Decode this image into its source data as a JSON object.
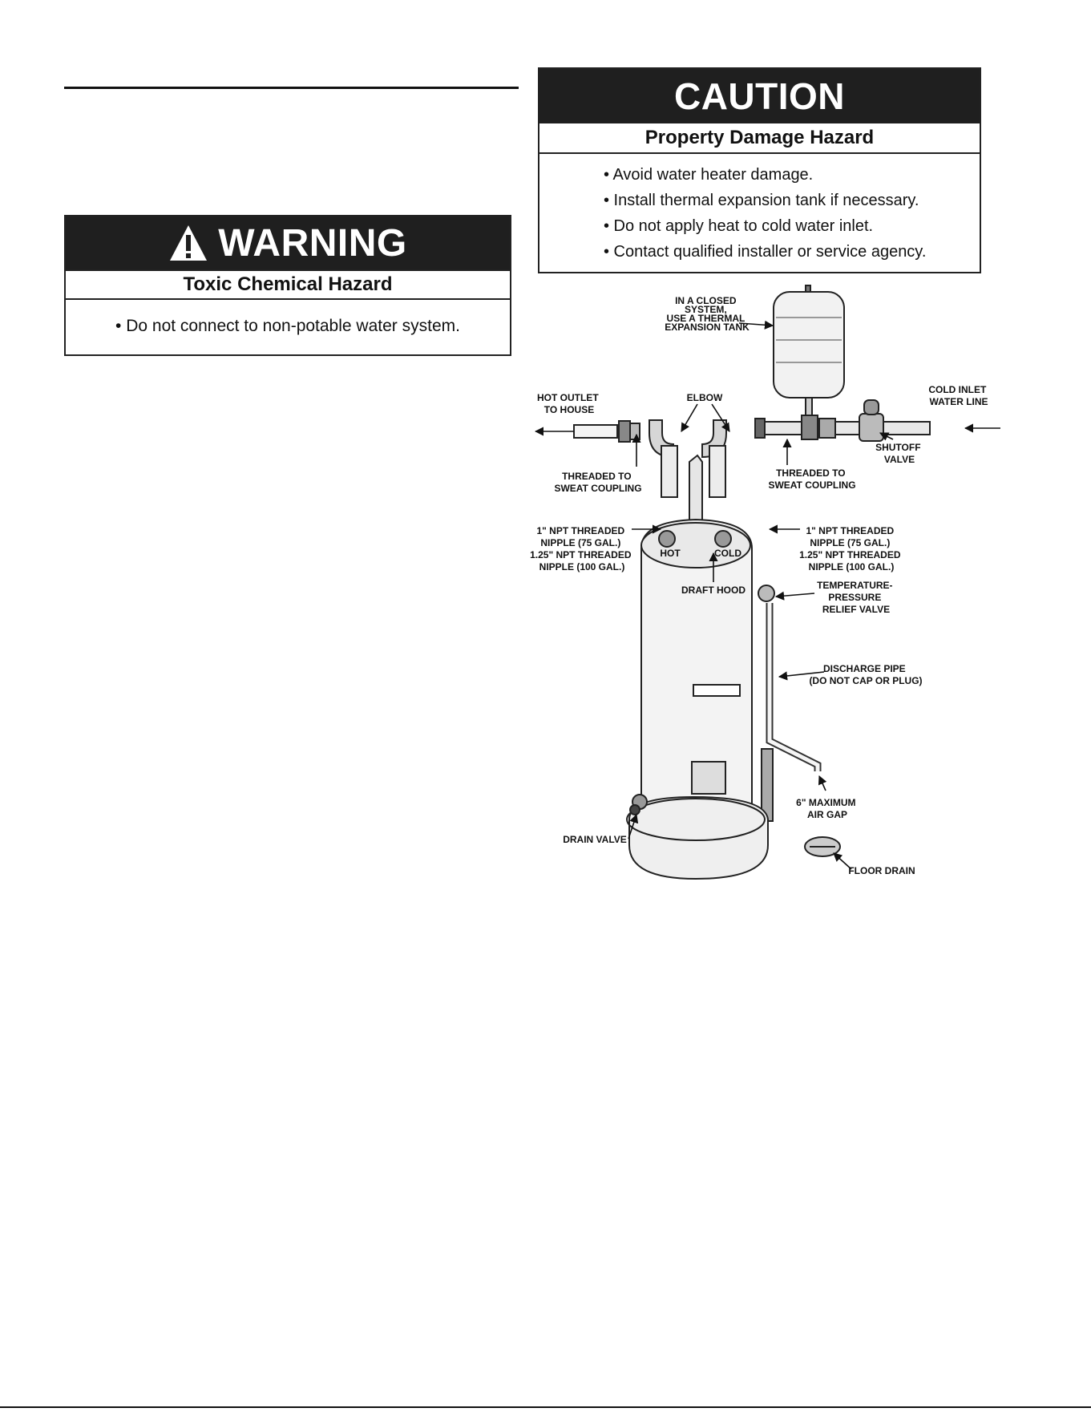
{
  "warning": {
    "signal_word": "WARNING",
    "hazard": "Toxic Chemical Hazard",
    "items": [
      "• Do not connect to non-potable water system."
    ]
  },
  "caution": {
    "signal_word": "CAUTION",
    "hazard": "Property Damage Hazard",
    "items": [
      "• Avoid water heater damage.",
      "• Install thermal expansion tank if necessary.",
      "• Do not apply heat to cold water inlet.",
      "• Contact qualified installer or service agency."
    ]
  },
  "diagram": {
    "closed_system": [
      "IN A CLOSED",
      "SYSTEM,",
      "USE A THERMAL",
      "EXPANSION TANK"
    ],
    "hot_outlet": [
      "HOT OUTLET",
      "TO HOUSE"
    ],
    "elbow": "ELBOW",
    "cold_inlet": [
      "COLD INLET",
      "WATER LINE"
    ],
    "shutoff_valve": [
      "SHUTOFF",
      "VALVE"
    ],
    "threaded_left": [
      "THREADED TO",
      "SWEAT COUPLING"
    ],
    "threaded_right": [
      "THREADED TO",
      "SWEAT COUPLING"
    ],
    "nipple_left": [
      "1\" NPT THREADED",
      "NIPPLE (75 GAL.)",
      "1.25\" NPT THREADED",
      "NIPPLE (100 GAL.)"
    ],
    "nipple_right": [
      "1\" NPT THREADED",
      "NIPPLE (75 GAL.)",
      "1.25\" NPT THREADED",
      "NIPPLE (100 GAL.)"
    ],
    "hot": "HOT",
    "cold": "COLD",
    "draft_hood": "DRAFT HOOD",
    "tp_valve": [
      "TEMPERATURE-",
      "PRESSURE",
      "RELIEF VALVE"
    ],
    "discharge_pipe": [
      "DISCHARGE PIPE",
      "(DO NOT CAP OR PLUG)"
    ],
    "air_gap": [
      "6\" MAXIMUM",
      "AIR GAP"
    ],
    "drain_valve": "DRAIN VALVE",
    "floor_drain": "FLOOR DRAIN"
  }
}
